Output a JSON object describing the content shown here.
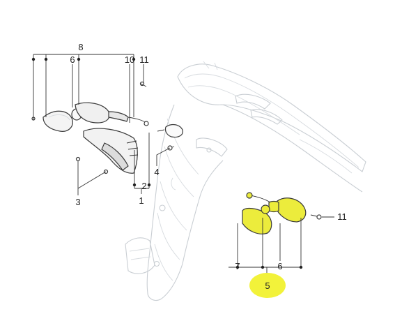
{
  "callouts": {
    "n8": "8",
    "n6_top": "6",
    "n10": "10",
    "n11_top": "11",
    "n2": "2",
    "n4": "4",
    "n3": "3",
    "n1": "1",
    "n7": "7",
    "n6_bottom": "6",
    "n11_right": "11",
    "n5": "5"
  },
  "colors": {
    "highlight": "#f2f23a",
    "highlight_part": "#ecec3c",
    "outline": "#c9ced3",
    "ink": "#222222"
  }
}
